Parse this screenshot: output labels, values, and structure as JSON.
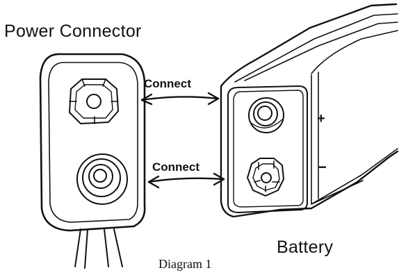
{
  "labels": {
    "power_connector": "Power Connector",
    "battery": "Battery",
    "caption": "Diagram 1",
    "connect_top": "Connect",
    "connect_bottom": "Connect",
    "positive_sign": "+",
    "negative_sign": "−"
  },
  "colors": {
    "line": "#111111",
    "background": "#ffffff"
  }
}
